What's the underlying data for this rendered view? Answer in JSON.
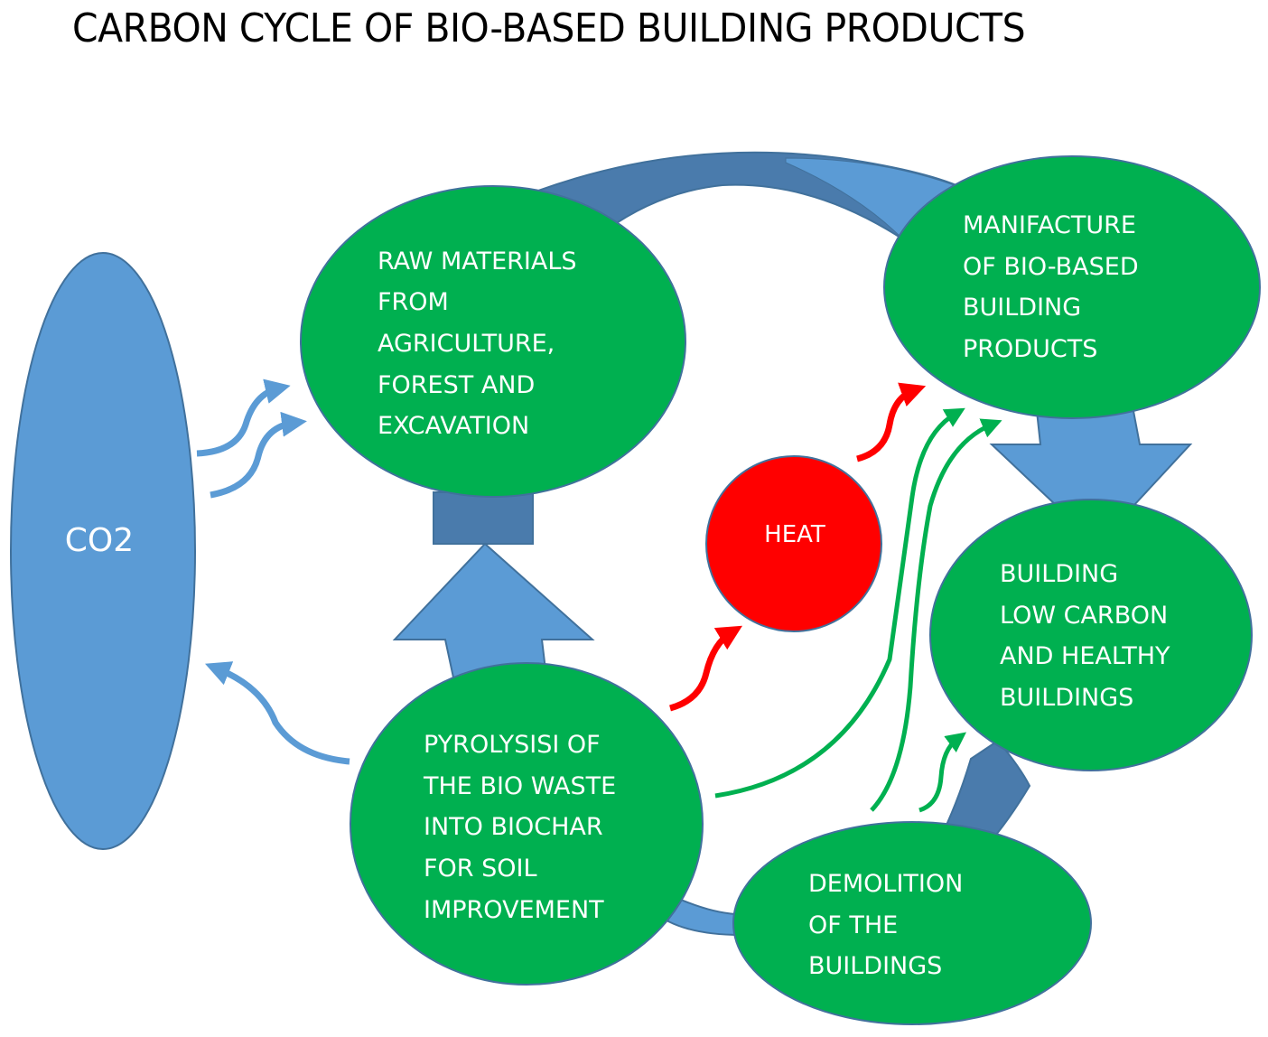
{
  "title": "CARBON CYCLE OF BIO-BASED BUILDING PRODUCTS",
  "colors": {
    "node_green": "#00b050",
    "co2_blue": "#5b9bd5",
    "dark_blue": "#4a7bac",
    "heat_red": "#ff0000",
    "outline": "#41719c",
    "text": "#ffffff"
  },
  "nodes": {
    "co2": {
      "label": "CO2"
    },
    "raw_materials": {
      "lines": [
        "RAW MATERIALS",
        "FROM",
        "AGRICULTURE,",
        "FOREST AND",
        "EXCAVATION"
      ]
    },
    "manufacture": {
      "lines": [
        "MANIFACTURE",
        "OF BIO-BASED",
        "BUILDING",
        "PRODUCTS"
      ]
    },
    "building": {
      "lines": [
        "BUILDING",
        "LOW CARBON",
        "AND HEALTHY",
        "BUILDINGS"
      ]
    },
    "demolition": {
      "lines": [
        "DEMOLITION",
        "OF THE",
        "BUILDINGS"
      ]
    },
    "pyrolysis": {
      "lines": [
        "PYROLYSISI OF",
        "THE BIO WASTE",
        "INTO BIOCHAR",
        "FOR SOIL",
        "IMPROVEMENT"
      ]
    },
    "heat": {
      "label": "HEAT"
    }
  },
  "flows": [
    {
      "from": "CO2",
      "to": "RAW MATERIALS",
      "type": "absorption",
      "count": 2
    },
    {
      "from": "RAW MATERIALS",
      "to": "MANIFACTURE",
      "type": "cycle"
    },
    {
      "from": "MANIFACTURE",
      "to": "BUILDING",
      "type": "cycle"
    },
    {
      "from": "BUILDING",
      "to": "DEMOLITION",
      "type": "cycle"
    },
    {
      "from": "DEMOLITION",
      "to": "PYROLYSIS",
      "type": "cycle"
    },
    {
      "from": "PYROLYSIS",
      "to": "RAW MATERIALS",
      "type": "cycle"
    },
    {
      "from": "PYROLYSIS",
      "to": "CO2",
      "type": "emission"
    },
    {
      "from": "PYROLYSIS",
      "to": "HEAT",
      "type": "energy"
    },
    {
      "from": "HEAT",
      "to": "MANIFACTURE",
      "type": "energy"
    },
    {
      "from": "PYROLYSIS",
      "to": "MANIFACTURE",
      "type": "recycle"
    },
    {
      "from": "DEMOLITION",
      "to": "MANIFACTURE",
      "type": "recycle"
    },
    {
      "from": "DEMOLITION",
      "to": "BUILDING",
      "type": "recycle"
    }
  ]
}
